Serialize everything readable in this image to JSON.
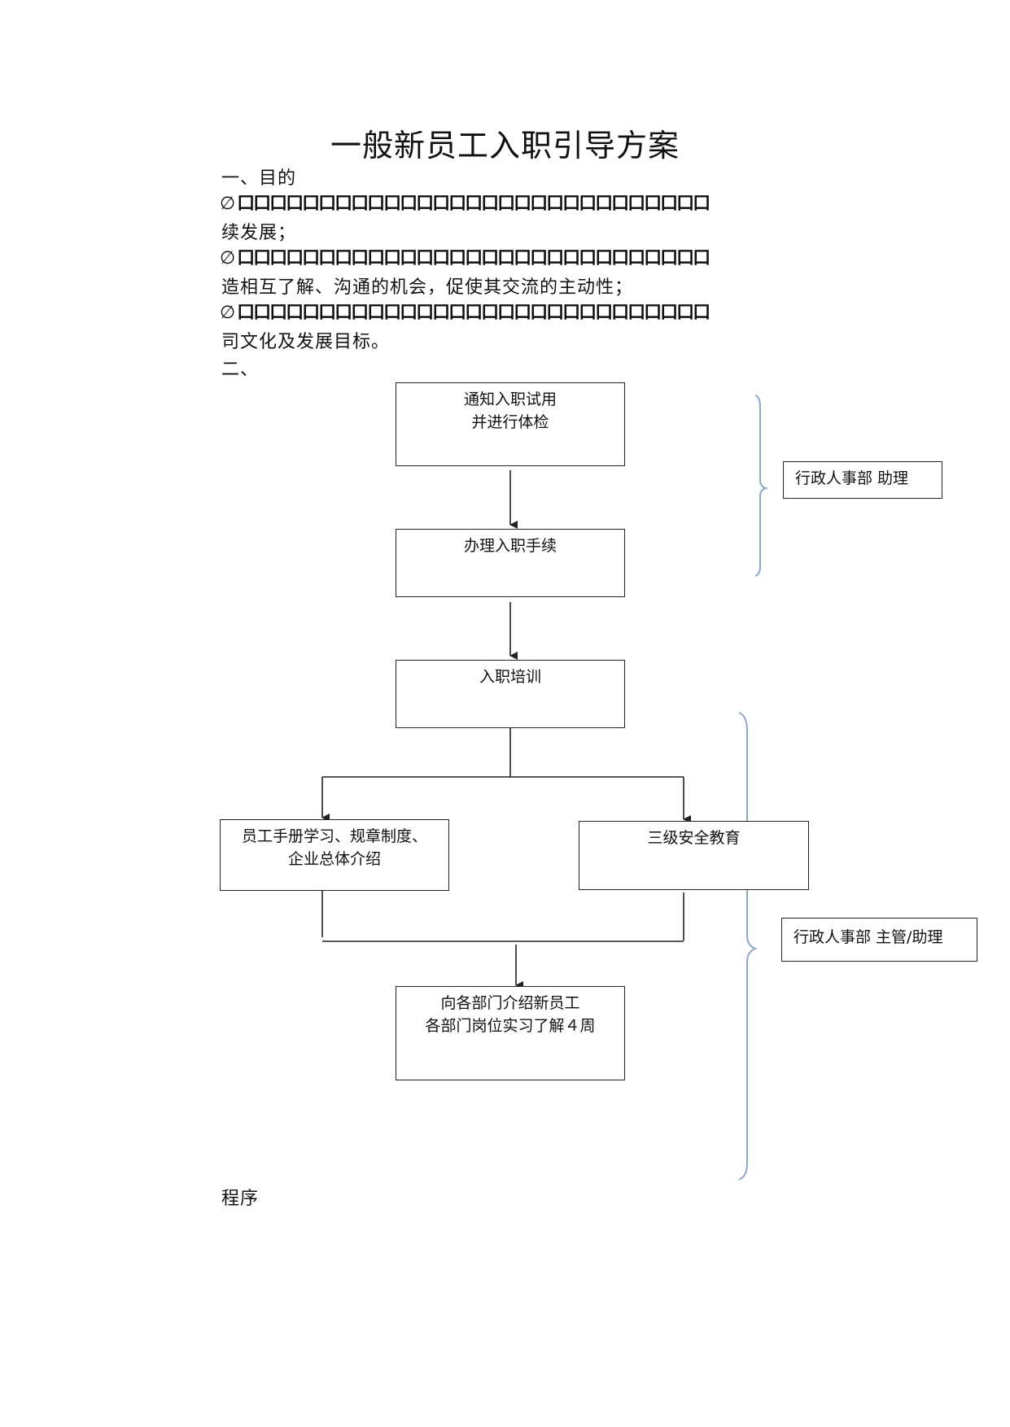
{
  "title": "一般新员工入职引导方案",
  "sections": {
    "purpose_heading": "一、目的",
    "bullets": [
      {
        "garbled": "口口口口口口口口口口口口口口口口口口口口口口口口口口口口口",
        "continuation": "续发展；"
      },
      {
        "garbled": "口口口口口口口口口口口口口口口口口口口口口口口口口口口口口",
        "continuation": "造相互了解、沟通的机会，促使其交流的主动性；"
      },
      {
        "garbled": "口口口口口口口口口口口口口口口口口口口口口口口口口口口口口",
        "continuation": "司文化及发展目标。"
      }
    ],
    "procedure_heading_start": "二、",
    "procedure_heading_end": "程序"
  },
  "flowchart": {
    "step1": [
      "通知入职试用",
      "并进行体检"
    ],
    "step2": [
      "办理入职手续"
    ],
    "step3": [
      "入职培训"
    ],
    "step4a": [
      "员工手册学习、规章制度、",
      "企业总体介绍"
    ],
    "step4b": [
      "三级安全教育"
    ],
    "step5": [
      "向各部门介绍新员工",
      "各部门岗位实习了解４周"
    ],
    "owner_top": "行政人事部  助理",
    "owner_bottom": "行政人事部  主管/助理"
  },
  "colors": {
    "brace": "#8aa8d0",
    "line": "#222222"
  }
}
